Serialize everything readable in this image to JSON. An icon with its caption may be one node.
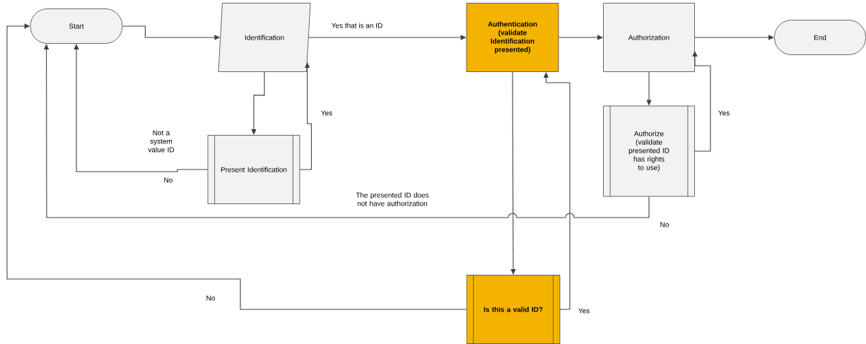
{
  "diagram": {
    "nodes": [
      {
        "text": [
          "Start"
        ]
      },
      {
        "text": [
          "Identification"
        ]
      },
      {
        "text": [
          "Authentication (validate Identification presented)"
        ]
      },
      {
        "text": [
          "Authorization"
        ]
      },
      {
        "text": [
          "End"
        ]
      },
      {
        "text": [
          "Present Identification"
        ]
      },
      {
        "text": [
          "Authorize (validate presented ID has rights to use)"
        ]
      },
      {
        "text": [
          "Is this a valid ID?"
        ]
      }
    ],
    "edges": [
      {
        "from": 0,
        "to": 1,
        "arrow": "to"
      },
      {
        "from": 1,
        "to": 2,
        "arrow": "to",
        "label": "Yes that is an ID"
      },
      {
        "from": 2,
        "to": 3,
        "arrow": "to"
      },
      {
        "from": 3,
        "to": 4,
        "arrow": "to"
      },
      {
        "from": 1,
        "to": 5,
        "arrow": "to"
      },
      {
        "from": 5,
        "to": 1,
        "arrow": "to",
        "label": "Yes"
      },
      {
        "from": 5,
        "to": 0,
        "arrow": "to",
        "label": "No"
      },
      {
        "from": 3,
        "to": 6,
        "arrow": "to"
      },
      {
        "from": 6,
        "to": 3,
        "arrow": "to",
        "label": "Yes"
      },
      {
        "from": 6,
        "to": 0,
        "arrow": "to",
        "label": "No"
      },
      {
        "from": 2,
        "to": 7,
        "arrow": "to"
      },
      {
        "from": 7,
        "to": 2,
        "arrow": "to",
        "label": "Yes"
      },
      {
        "from": 7,
        "to": 0,
        "arrow": "to",
        "label": "No"
      }
    ],
    "labels": [
      "Not a system value ID",
      "The presented ID does not have authorization"
    ]
  }
}
